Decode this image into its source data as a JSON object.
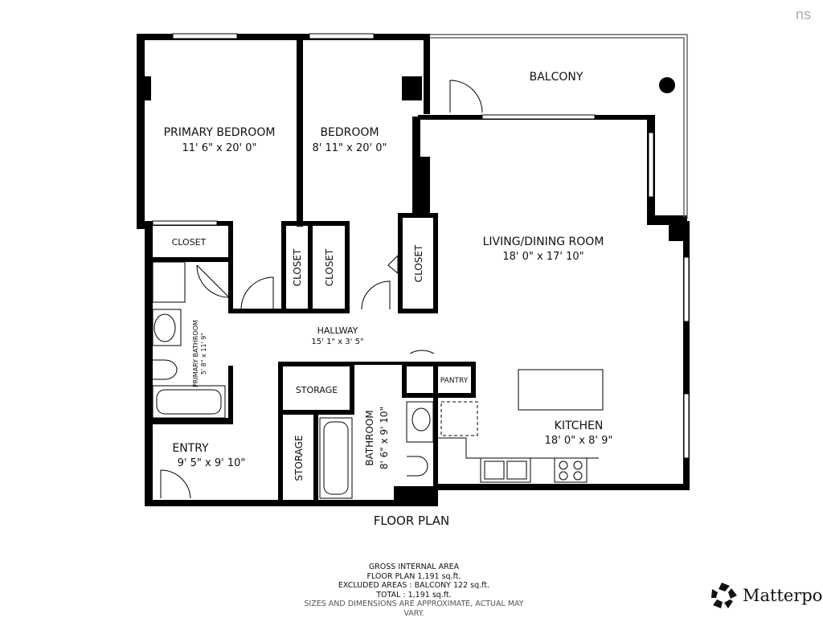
{
  "rooms": {
    "primary_bedroom": {
      "name": "PRIMARY BEDROOM",
      "dims": "11' 6\" x 20' 0\""
    },
    "bedroom": {
      "name": "BEDROOM",
      "dims": "8' 11\" x 20' 0\""
    },
    "balcony": {
      "name": "BALCONY"
    },
    "living": {
      "name": "LIVING/DINING ROOM",
      "dims": "18' 0\" x 17' 10\""
    },
    "closet_a": {
      "name": "CLOSET"
    },
    "closet_b": {
      "name": "CLOSET"
    },
    "closet_c": {
      "name": "CLOSET"
    },
    "closet_d": {
      "name": "CLOSET"
    },
    "primary_bathroom": {
      "name": "PRIMARY BATHROOM",
      "dims": "5' 8\" x 11' 9\""
    },
    "hallway": {
      "name": "HALLWAY",
      "dims": "15' 1\" x 3' 5\""
    },
    "storage_a": {
      "name": "STORAGE"
    },
    "storage_b": {
      "name": "STORAGE"
    },
    "bathroom": {
      "name": "BATHROOM",
      "dims": "8' 6\" x 9' 10\""
    },
    "pantry": {
      "name": "PANTRY"
    },
    "kitchen": {
      "name": "KITCHEN",
      "dims": "18' 0\" x 8' 9\""
    },
    "entry": {
      "name": "ENTRY",
      "dims": "9' 5\" x 9' 10\""
    }
  },
  "plan_title": "FLOOR PLAN",
  "area": {
    "heading": "GROSS INTERNAL AREA",
    "floor_plan": "FLOOR PLAN 1,191 sq.ft.",
    "excluded": "EXCLUDED AREAS :  BALCONY 122 sq.ft.",
    "total": "TOTAL :  1,191 sq.ft.",
    "note": "SIZES AND DIMENSIONS ARE APPROXIMATE, ACTUAL MAY VARY."
  },
  "brand": {
    "matterport": "Matterport",
    "ns_logo": "ns"
  },
  "colors": {
    "wall": "#000000",
    "background": "#ffffff"
  }
}
